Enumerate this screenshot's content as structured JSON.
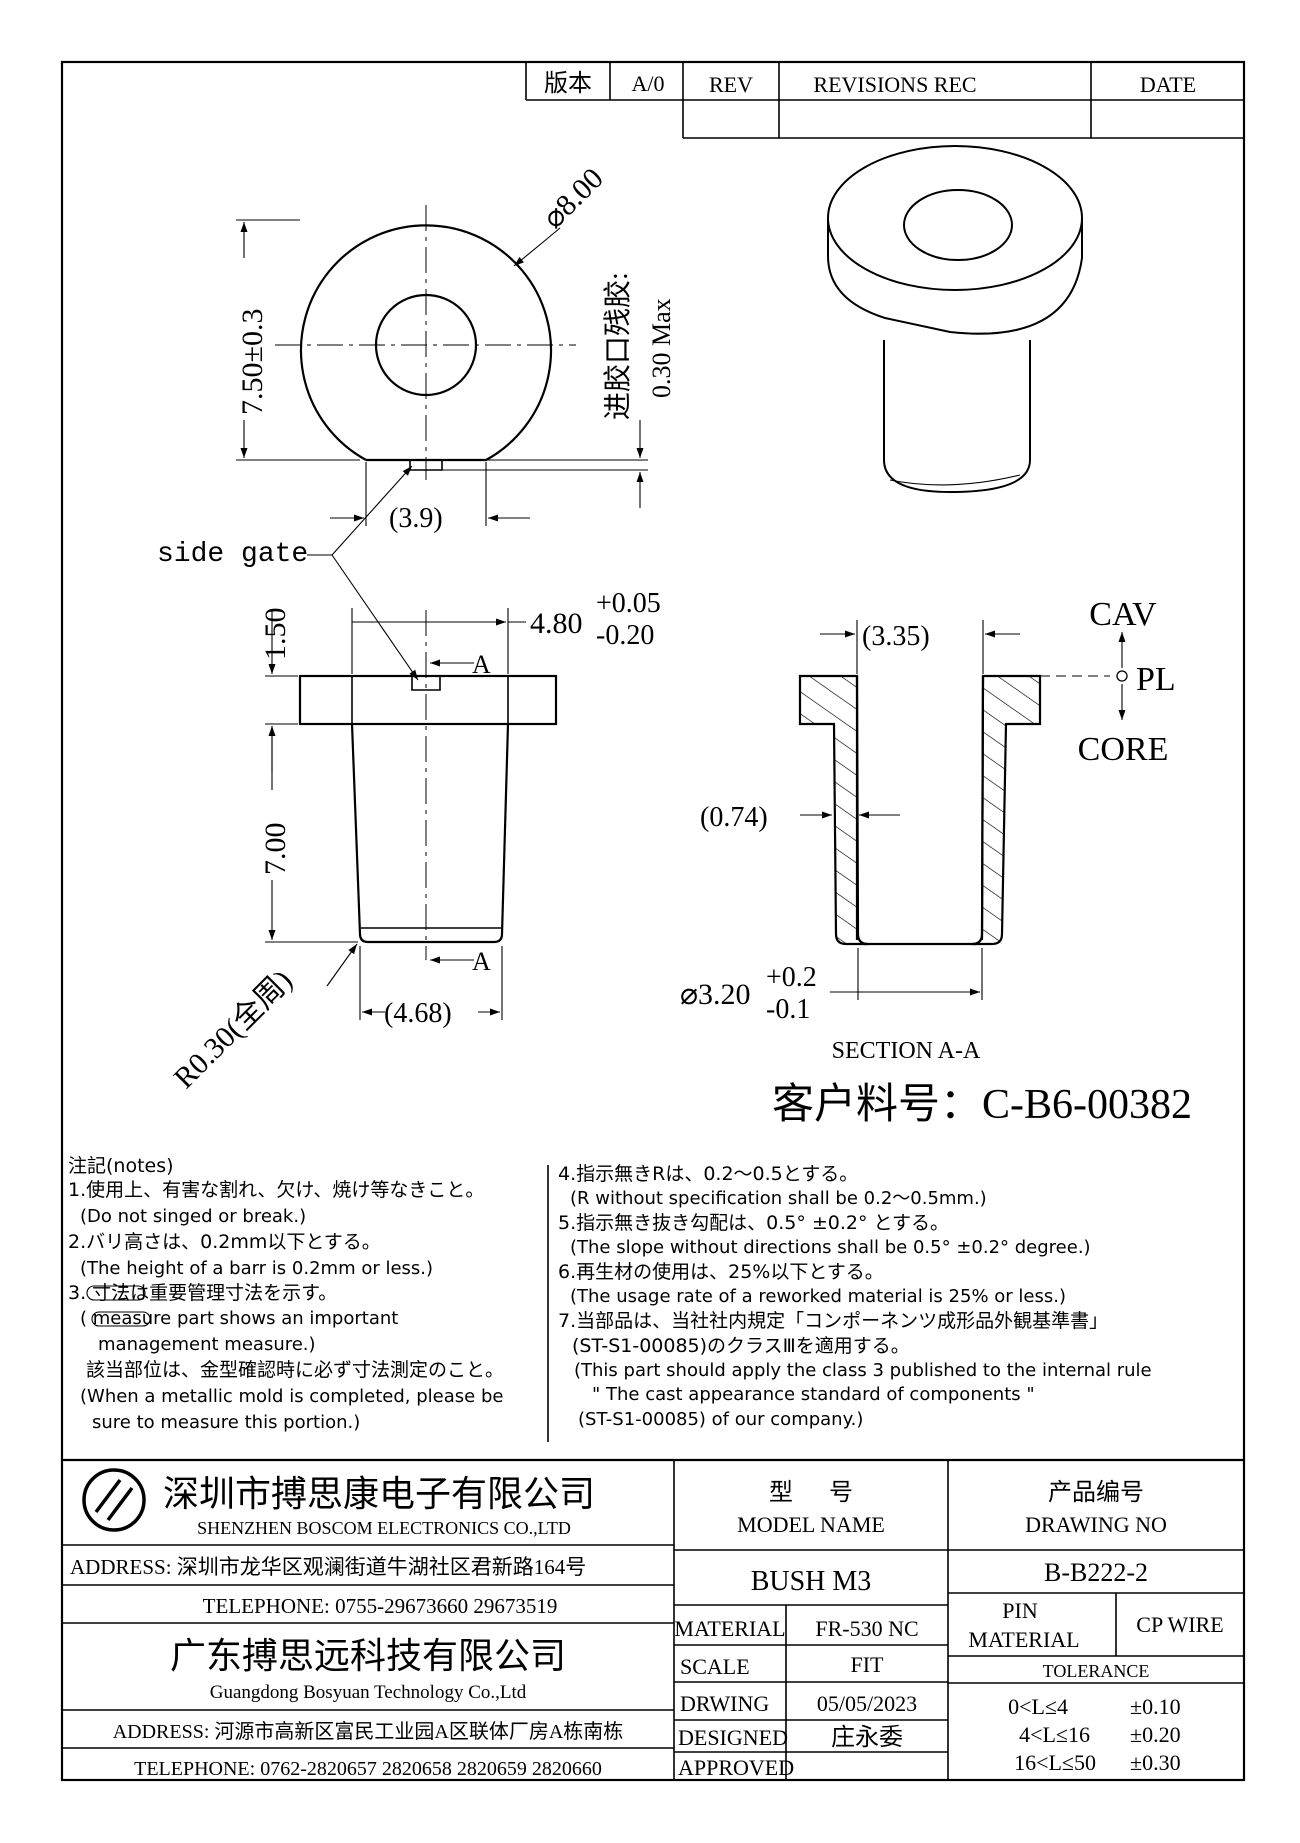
{
  "revision_block": {
    "version_label": "版本",
    "version_value": "A/0",
    "rev_label": "REV",
    "revisions_label": "REVISIONS REC",
    "date_label": "DATE"
  },
  "top_view": {
    "diameter": "⌀8.00",
    "height": "7.50±0.3",
    "gate_residue_1": "进胶口残胶:",
    "gate_residue_2": "0.30 Max",
    "gate_width": "(3.9)",
    "side_gate": "side gate"
  },
  "side_view": {
    "flange_height": "1.50",
    "flange_dia": "4.80",
    "flange_tol_plus": "+0.05",
    "flange_tol_minus": "-0.20",
    "body_height": "7.00",
    "body_dia": "(4.68)",
    "radius": "R0.30(全周)",
    "section_mark_a": "A",
    "section_mark_b": "A"
  },
  "section_view": {
    "top_width": "(3.35)",
    "wall": "(0.74)",
    "bore_dia": "⌀3.20",
    "bore_tol_plus": "+0.2",
    "bore_tol_minus": "-0.1",
    "title": "SECTION A-A",
    "cav": "CAV",
    "pl": "PL",
    "core": "CORE"
  },
  "customer_part": "客户料号：C-B6-00382",
  "notes": {
    "heading": "注記(notes)",
    "left": [
      "1.使用上、有害な割れ、欠け、焼け等なきこと。",
      "(Do not singed or break.)",
      "2.バリ高さは、0.2mm以下とする。",
      "(The height of a barr is 0.2mm or less.)",
      "3.      寸法は重要管理寸法を示す。",
      "(         measure part shows an important",
      "management measure.)",
      "該当部位は、金型確認時に必ず寸法測定のこと。",
      "(When a metallic mold is completed, please be",
      "sure to measure this portion.)"
    ],
    "right": [
      "4.指示無きRは、0.2～0.5とする。",
      "(R without specification shall be 0.2～0.5mm.)",
      "5.指示無き抜き勾配は、0.5° ±0.2° とする。",
      "(The slope without directions shall be 0.5° ±0.2° degree.)",
      "6.再生材の使用は、25%以下とする。",
      "(The usage rate of a reworked material is 25% or less.)",
      "7.当部品は、当社社内規定「コンポーネンツ成形品外観基準書」",
      "(ST-S1-00085)のクラスⅢを適用する。",
      "(This part should apply the class 3 published to the internal rule",
      "\" The cast appearance standard of components \"",
      "(ST-S1-00085) of our company.)"
    ]
  },
  "company1": {
    "name_cn": "深圳市搏思康电子有限公司",
    "name_en": "SHENZHEN BOSCOM ELECTRONICS CO.,LTD",
    "address": "ADDRESS: 深圳市龙华区观澜街道牛湖社区君新路164号",
    "telephone": "TELEPHONE: 0755-29673660 29673519"
  },
  "company2": {
    "name_cn": "广东搏思远科技有限公司",
    "name_en": "Guangdong Bosyuan Technology Co.,Ltd",
    "address": "ADDRESS: 河源市高新区富民工业园A区联体厂房A栋南栋",
    "telephone": "TELEPHONE: 0762-2820657 2820658 2820659 2820660"
  },
  "title_block": {
    "model_label_cn": "型      号",
    "model_label_en": "MODEL NAME",
    "model_value": "BUSH M3",
    "drawing_label_cn": "产品编号",
    "drawing_label_en": "DRAWING NO",
    "drawing_value": "B-B222-2",
    "material_label": "MATERIAL",
    "material_value": "FR-530 NC",
    "pin_material_label_1": "PIN",
    "pin_material_label_2": "MATERIAL",
    "pin_material_value": "CP WIRE",
    "scale_label": "SCALE",
    "scale_value": "FIT",
    "drawing_date_label": "DRWING",
    "drawing_date_value": "05/05/2023",
    "designed_label": "DESIGNED",
    "designed_value": "庄永委",
    "approved_label": "APPROVED",
    "approved_value": "",
    "tolerance_label": "TOLERANCE",
    "tolerance_rows": [
      {
        "range": "0<L≤4",
        "value": "±0.10"
      },
      {
        "range": "4<L≤16",
        "value": "±0.20"
      },
      {
        "range": "16<L≤50",
        "value": "±0.30"
      }
    ]
  }
}
